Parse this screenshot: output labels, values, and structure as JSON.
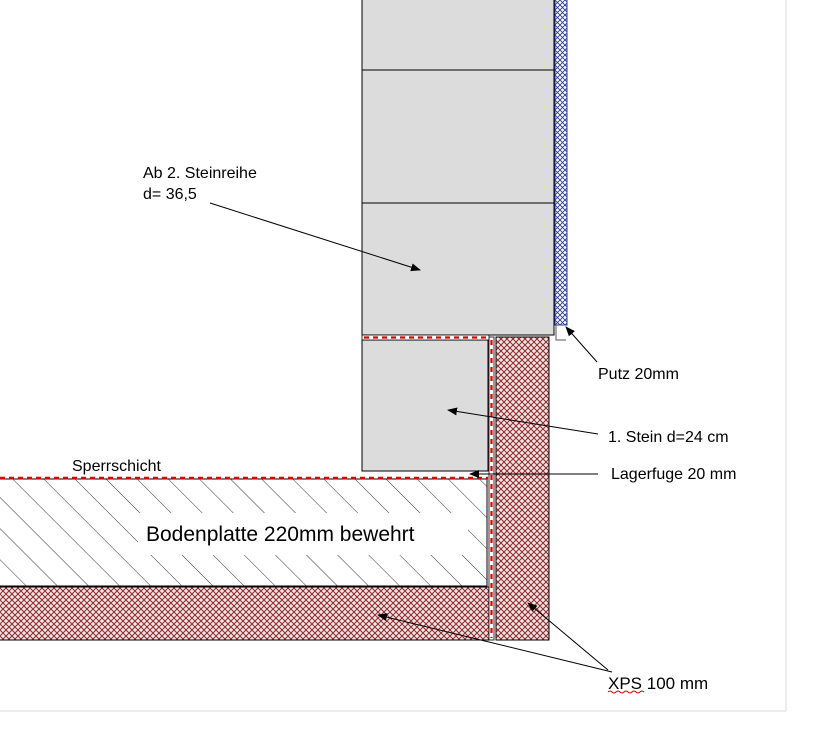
{
  "labels": {
    "stone_row_line1": "Ab 2. Steinreihe",
    "stone_row_line2": "d= 36,5",
    "plaster": "Putz 20mm",
    "first_stone": "1. Stein d=24 cm",
    "bed_joint": "Lagerfuge 20 mm",
    "barrier": "Sperrschicht",
    "slab": "Bodenplatte 220mm bewehrt",
    "xps": "XPS 100 mm"
  },
  "colors": {
    "masonry": "#dcdcdc",
    "xps_hatch": "#8b2a2a",
    "xps_fill": "#f3e4e4",
    "barrier_dash": "#e00000",
    "plaster": "#2a3a9a",
    "outline": "#000000"
  },
  "icons": {
    "leader_arrow": "arrowhead"
  }
}
